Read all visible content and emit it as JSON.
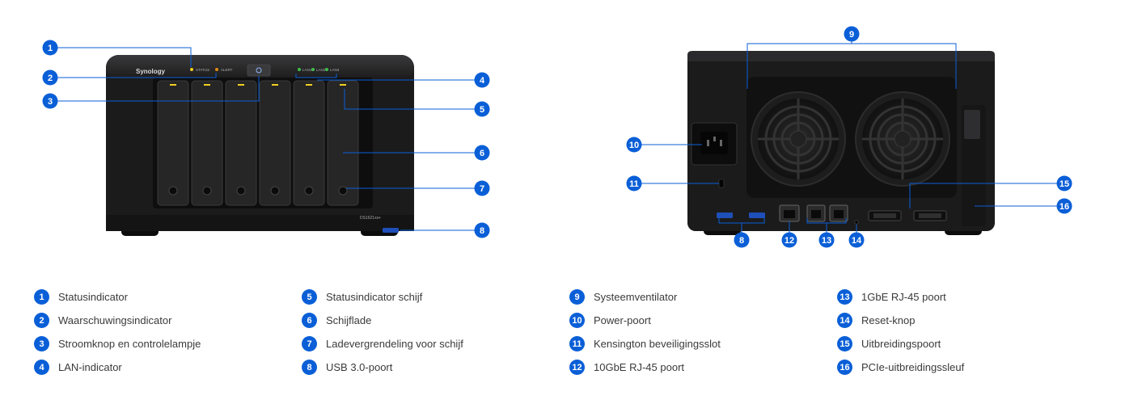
{
  "colors": {
    "accent": "#0a5fd7",
    "device": "#1b1b1c",
    "device_dark": "#0f0f10"
  },
  "front": {
    "brand": "Synology",
    "model": "DS1621xs+",
    "led_status": "STATUS",
    "led_alert": "ALERT",
    "lan_leds": [
      "LAN1",
      "LAN2",
      "LAN3"
    ]
  },
  "callouts": {
    "front": [
      "1",
      "2",
      "3",
      "4",
      "5",
      "6",
      "7",
      "8"
    ],
    "back": [
      "9",
      "10",
      "11",
      "12",
      "13",
      "14",
      "15",
      "16"
    ]
  },
  "legend": [
    {
      "num": "1",
      "label": "Statusindicator"
    },
    {
      "num": "2",
      "label": "Waarschuwingsindicator"
    },
    {
      "num": "3",
      "label": "Stroomknop en controlelampje"
    },
    {
      "num": "4",
      "label": "LAN-indicator"
    },
    {
      "num": "5",
      "label": "Statusindicator schijf"
    },
    {
      "num": "6",
      "label": "Schijflade"
    },
    {
      "num": "7",
      "label": "Ladevergrendeling voor schijf"
    },
    {
      "num": "8",
      "label": "USB 3.0-poort"
    },
    {
      "num": "9",
      "label": "Systeemventilator"
    },
    {
      "num": "10",
      "label": "Power-poort"
    },
    {
      "num": "11",
      "label": "Kensington beveiligingsslot"
    },
    {
      "num": "12",
      "label": "10GbE RJ-45 poort"
    },
    {
      "num": "13",
      "label": "1GbE RJ-45 poort"
    },
    {
      "num": "14",
      "label": "Reset-knop"
    },
    {
      "num": "15",
      "label": "Uitbreidingspoort"
    },
    {
      "num": "16",
      "label": "PCIe-uitbreidingssleuf"
    }
  ]
}
